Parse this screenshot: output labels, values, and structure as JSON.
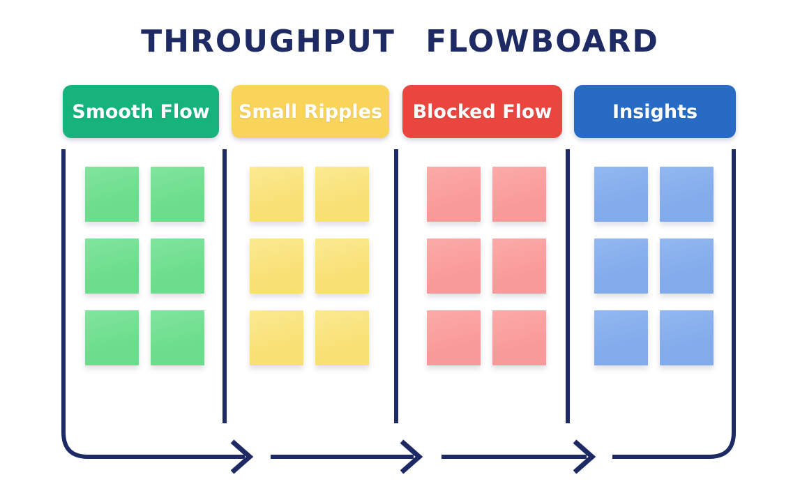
{
  "title": "THROUGHPUT FLOWBOARD",
  "colors": {
    "navy": "#1d2a63",
    "background": "#ffffff"
  },
  "columns": [
    {
      "id": "smooth-flow",
      "label": "Smooth Flow",
      "header_color": "#16b37c",
      "note_color": "#6cdd8c",
      "note_color_light": "#80e59d",
      "note_count": 6
    },
    {
      "id": "small-ripples",
      "label": "Small Ripples",
      "header_color": "#f8d45b",
      "note_color": "#f9e075",
      "note_color_light": "#fbea92",
      "note_count": 6
    },
    {
      "id": "blocked-flow",
      "label": "Blocked Flow",
      "header_color": "#e8463f",
      "note_color": "#f99a9a",
      "note_color_light": "#fbaba8",
      "note_count": 6
    },
    {
      "id": "insights",
      "label": "Insights",
      "header_color": "#276bc4",
      "note_color": "#82abeb",
      "note_color_light": "#93b8f1",
      "note_count": 6
    }
  ],
  "flow": {
    "direction": "left-to-right",
    "arrow_count": 3
  }
}
